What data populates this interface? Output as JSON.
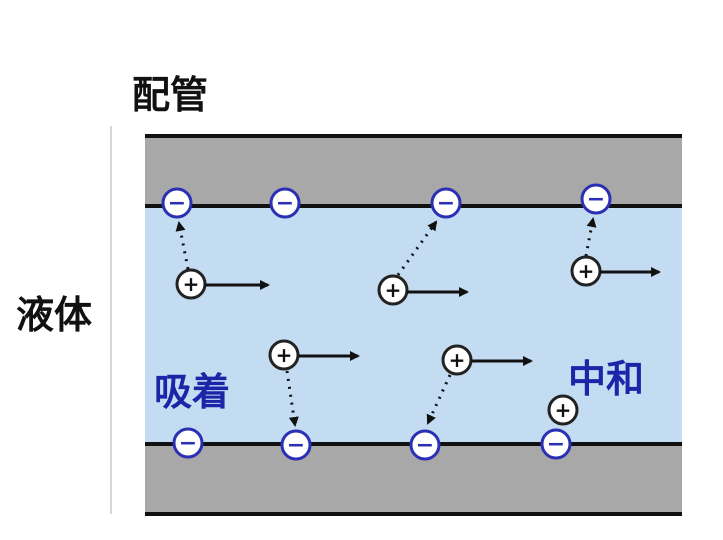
{
  "labels": {
    "pipe": "配管",
    "liquid": "液体",
    "adsorption": "吸着",
    "neutralization": "中和"
  },
  "symbols": {
    "negative": "−",
    "positive": "+"
  },
  "colors": {
    "pipe_wall": "#a8a8a8",
    "liquid": "#c3dcf1",
    "negative_charge_fill": "#ffffff",
    "negative_charge_stroke": "#2b2fb3",
    "negative_charge_text": "#2b2fb3",
    "positive_charge_fill": "#ffffff",
    "positive_charge_stroke": "#222222",
    "accent_text": "#1c24a8",
    "dark_text": "#111111"
  },
  "icons": {
    "negative_charge": "negative-charge-icon",
    "positive_charge": "positive-charge-icon",
    "flow_arrow": "flow-arrow-icon",
    "attraction_arrow": "dotted-attraction-arrow-icon"
  }
}
